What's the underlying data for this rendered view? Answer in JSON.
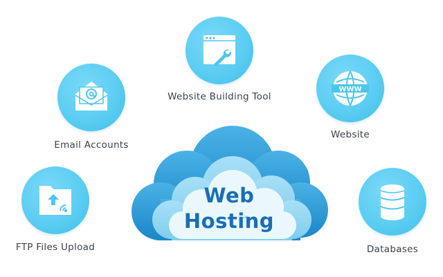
{
  "center": {
    "line1": "Web",
    "line2": "Hosting",
    "text_color": "#1a6fb5"
  },
  "features": {
    "website_building_tool": {
      "label": "Website Building Tool",
      "icon": "browser-wrench-icon"
    },
    "website": {
      "label": "Website",
      "icon": "globe-www-icon"
    },
    "email_accounts": {
      "label": "Email Accounts",
      "icon": "envelope-at-icon"
    },
    "ftp_files_upload": {
      "label": "FTP Files Upload",
      "icon": "folder-upload-icon"
    },
    "databases": {
      "label": "Databases",
      "icon": "database-icon"
    }
  },
  "colors": {
    "circle": "#5ccdf2",
    "cloud_outer": "#1e8fd0",
    "cloud_inner": "#e9f7fd",
    "label": "#3a4148"
  }
}
